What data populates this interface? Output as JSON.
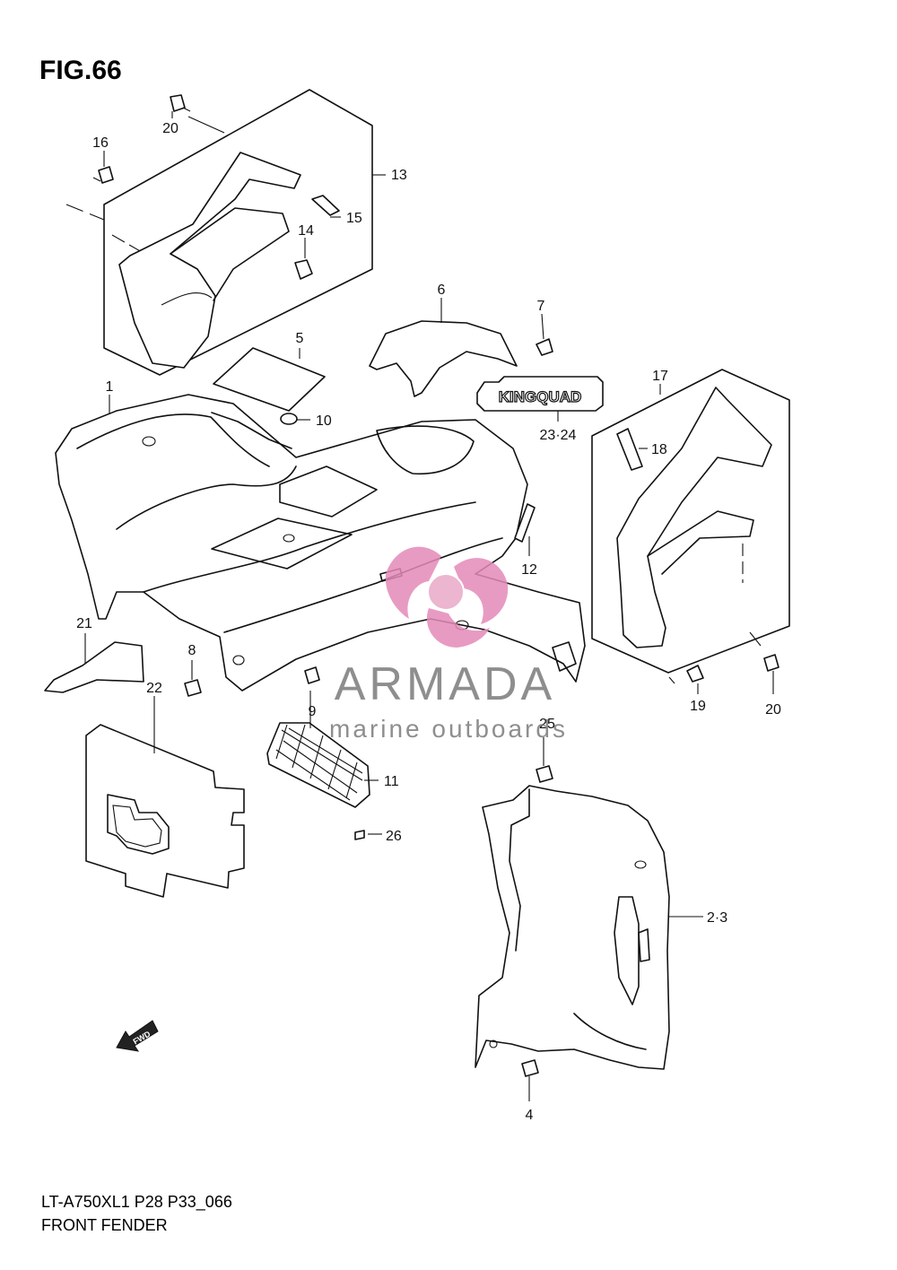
{
  "figure": {
    "title": "FIG.66",
    "model_code": "LT-A750XL1 P28 P33_066",
    "section_name": "FRONT FENDER"
  },
  "watermark": {
    "brand": "ARMADA",
    "tagline": "marine outboards",
    "colors": {
      "propeller": "#e48ab8",
      "hub": "#e9a9c8",
      "text": "#7b7b7b"
    }
  },
  "decal_text": "KINGQUAD",
  "fwd_arrow_text": "FWD",
  "callouts": {
    "c1": "1",
    "c23": "2·3",
    "c4": "4",
    "c5": "5",
    "c6": "6",
    "c7": "7",
    "c8": "8",
    "c9": "9",
    "c10": "10",
    "c11": "11",
    "c12": "12",
    "c13": "13",
    "c14": "14",
    "c15": "15",
    "c16": "16",
    "c17": "17",
    "c18": "18",
    "c19": "19",
    "c20a": "20",
    "c20b": "20",
    "c21": "21",
    "c22": "22",
    "c2324": "23·24",
    "c25": "25",
    "c26": "26"
  }
}
